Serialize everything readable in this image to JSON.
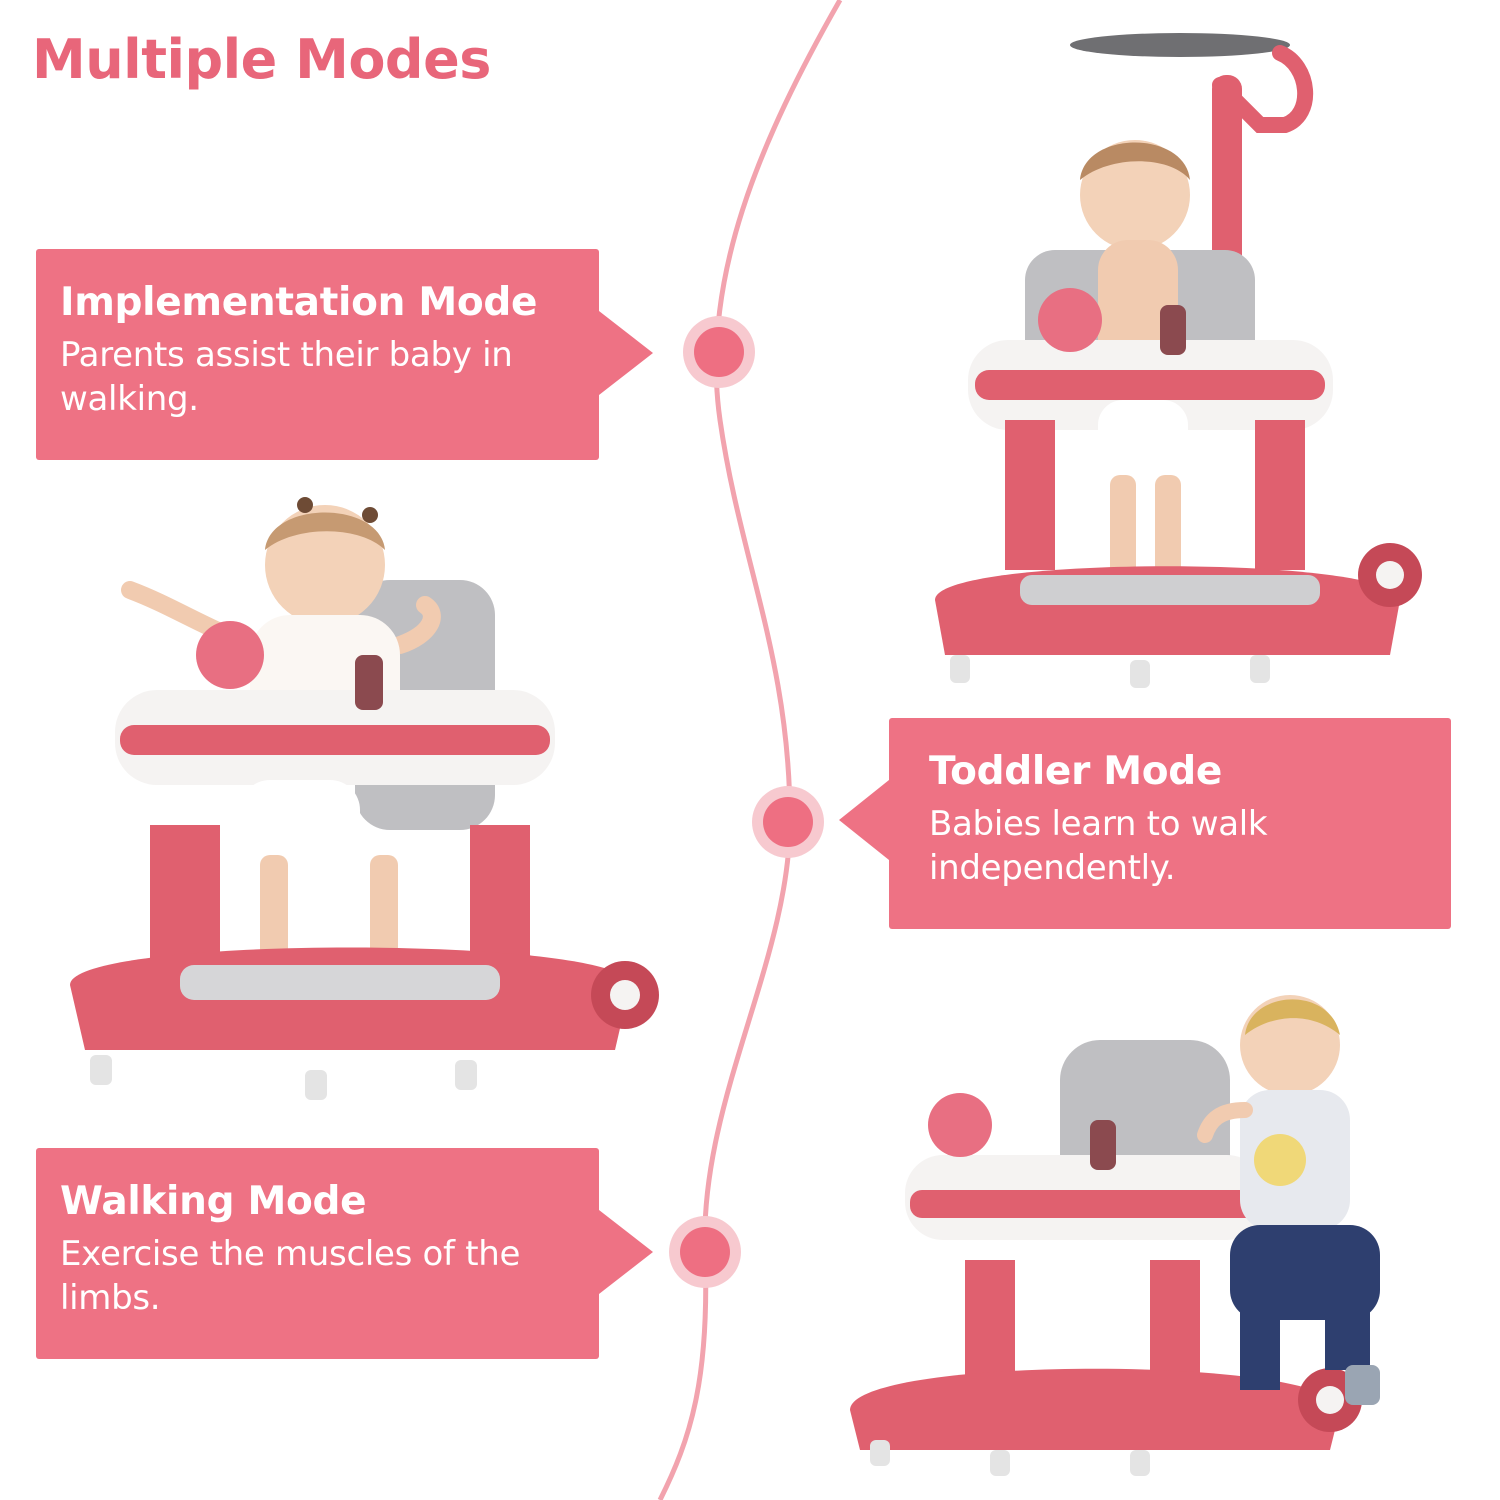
{
  "title": "Multiple Modes",
  "colors": {
    "accent": "#ee7284",
    "title": "#e8667a",
    "timeline": "#f2a3ae",
    "dot": "#ee6f82",
    "walker_body": "#e0606f",
    "walker_white": "#f5f3f2",
    "seat_gray": "#bfbfc2"
  },
  "modes": [
    {
      "title": "Implementation  Mode",
      "description_line1": "Parents assist their baby in",
      "description_line2": "walking."
    },
    {
      "title": "Toddler Mode",
      "description_line1": "Babies learn to walk",
      "description_line2": "independently."
    },
    {
      "title": "Walking Mode",
      "description_line1": "Exercise the muscles of the",
      "description_line2": "limbs."
    }
  ],
  "photos": [
    {
      "icon": "baby-walker-with-push-handle-icon"
    },
    {
      "icon": "baby-walker-toddler-mode-icon"
    },
    {
      "icon": "baby-walker-walking-mode-icon"
    }
  ]
}
